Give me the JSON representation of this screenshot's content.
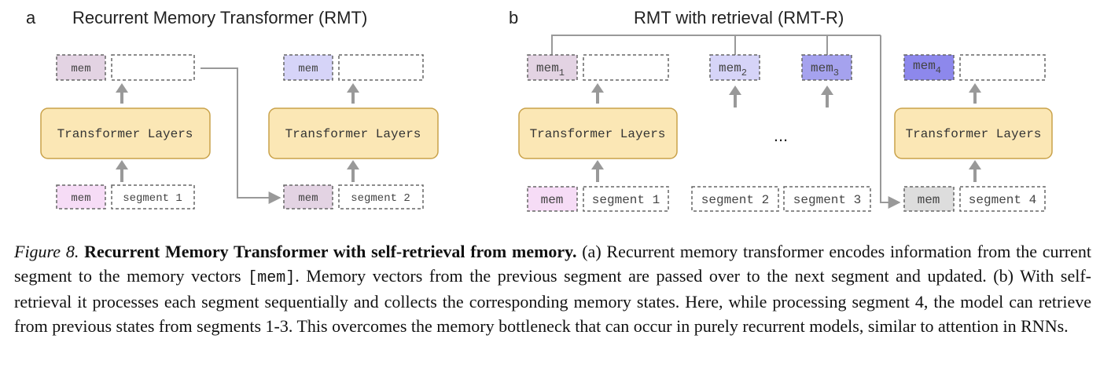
{
  "panel_a": {
    "letter": "a",
    "title": "Recurrent Memory Transformer (RMT)",
    "top_mem_1": "mem",
    "top_mem_2": "mem",
    "layers_1": "Transformer Layers",
    "layers_2": "Transformer Layers",
    "bottom_mem_1": "mem",
    "segment_1": "segment 1",
    "bottom_mem_2": "mem",
    "segment_2": "segment 2"
  },
  "panel_b": {
    "letter": "b",
    "title": "RMT with retrieval (RMT-R)",
    "mem_label": "mem",
    "sub_1": "1",
    "sub_2": "2",
    "sub_3": "3",
    "sub_4": "4",
    "layers_1": "Transformer Layers",
    "layers_4": "Transformer Layers",
    "ellipsis": "...",
    "bottom_mem_1": "mem",
    "segment_1": "segment 1",
    "segment_2": "segment 2",
    "segment_3": "segment 3",
    "bottom_mem_4": "mem",
    "segment_4": "segment 4"
  },
  "colors": {
    "layer_fill": "#fbe7b5",
    "layer_stroke": "#c9a24a",
    "arrow": "#999999",
    "mem_pink": "#f6dcf6",
    "mem_mauve": "#e3d3e3",
    "mem_lav": "#d6d4f8",
    "mem_blue": "#a5a2ee",
    "mem_violet": "#8d88ec",
    "mem_grey": "#dddddd",
    "dash": "#666666"
  },
  "caption": {
    "fig_label": "Figure 8.",
    "bold_title": "Recurrent Memory Transformer with self-retrieval from memory.",
    "text_1": " (a) Recurrent memory transformer encodes information from the current segment to the memory vectors ",
    "code": "[mem]",
    "text_2": ". Memory vectors from the previous segment are passed over to the next segment and updated. (b) With self-retrieval it processes each segment sequentially and collects the corresponding memory states. Here, while processing segment 4, the model can retrieve from previous states from segments 1-3. This overcomes the memory bottleneck that can occur in purely recurrent models, similar to attention in RNNs."
  }
}
